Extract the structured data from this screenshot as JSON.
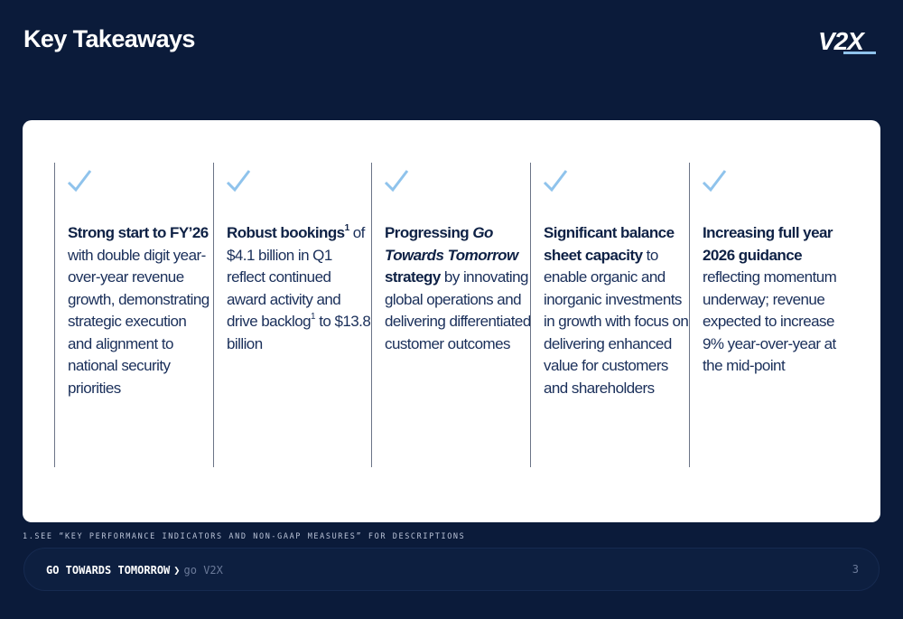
{
  "header": {
    "title": "Key Takeaways",
    "logo_text": "V2X"
  },
  "colors": {
    "background": "#0b1b3a",
    "card": "#ffffff",
    "check": "#8fc3ec",
    "text": "#1a2f5a"
  },
  "icons": {
    "check": "check-icon",
    "logo": "v2x-logo"
  },
  "takeaways": [
    {
      "bold1": "Strong start to FY’26",
      "text1": " with double digit year-over-year revenue growth, demonstrating strategic execution and alignment to national security priorities"
    },
    {
      "bold1": "Robust bookings",
      "sup1": "1",
      "text1": " of $4.1 billion in Q1 reflect continued award activity and drive backlog",
      "sup2": "1",
      "text2": " to $13.8 billion"
    },
    {
      "bold1": "Progressing ",
      "italic1": "Go Towards Tomorrow",
      "bold2": " strategy",
      "text1": " by innovating global operations and delivering differentiated customer outcomes"
    },
    {
      "bold1": "Significant balance sheet capacity",
      "text1": " to enable organic and inorganic investments in growth with focus on delivering enhanced value for customers and shareholders"
    },
    {
      "bold1": "Increasing full year 2026 guidance",
      "text1": " reflecting momentum underway; revenue expected to increase 9% year-over-year at the mid-point"
    }
  ],
  "footnote": "1.SEE “KEY PERFORMANCE INDICATORS AND NON-GAAP MEASURES” FOR DESCRIPTIONS",
  "footer": {
    "slogan": "GO TOWARDS TOMORROW",
    "arrow": "❯",
    "go": "go V2X",
    "page_number": "3"
  }
}
